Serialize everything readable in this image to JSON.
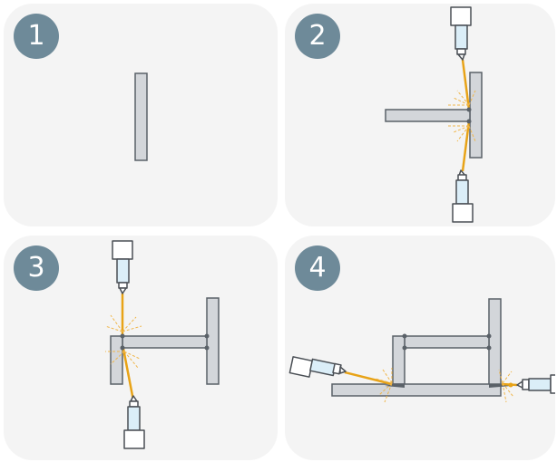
{
  "steps": [
    {
      "number": "1"
    },
    {
      "number": "2"
    },
    {
      "number": "3"
    },
    {
      "number": "4"
    }
  ],
  "colors": {
    "panel_background": "#f4f4f4",
    "badge_background": "#6e8a99",
    "badge_text": "#ffffff",
    "plate_fill": "#d3d6da",
    "plate_stroke": "#5a6168",
    "beam": "#e8a317",
    "sparks": "#f0b64a",
    "welder_barrel": "#dbeef8",
    "welder_body": "#ffffff",
    "welder_outline": "#4a4f55"
  },
  "icons": [
    "welding-torch-icon",
    "weld-spark-icon",
    "metal-plate-icon",
    "weld-point-icon"
  ]
}
